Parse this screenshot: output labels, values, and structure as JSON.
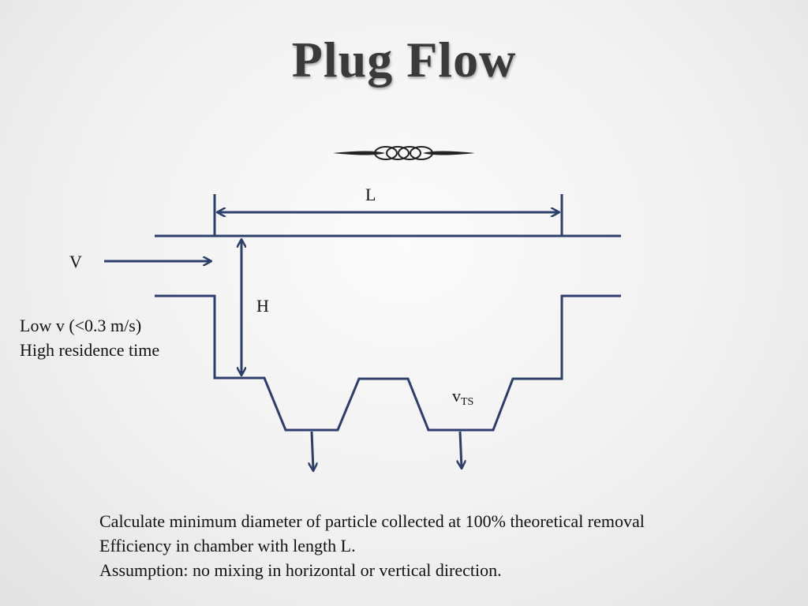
{
  "slide": {
    "title": "Plug Flow"
  },
  "diagram": {
    "label_L": "L",
    "label_V": "V",
    "label_H": "H",
    "label_vts_main": "v",
    "label_vts_sub": "TS",
    "line_color": "#2c3e6b"
  },
  "side_note": {
    "lines": [
      "Low v (<0.3 m/s)",
      "High residence time"
    ]
  },
  "bottom_text": {
    "lines": [
      "Calculate minimum diameter of particle collected at 100% theoretical removal",
      "Efficiency in chamber with length L.",
      "Assumption: no mixing in horizontal or vertical direction."
    ]
  }
}
